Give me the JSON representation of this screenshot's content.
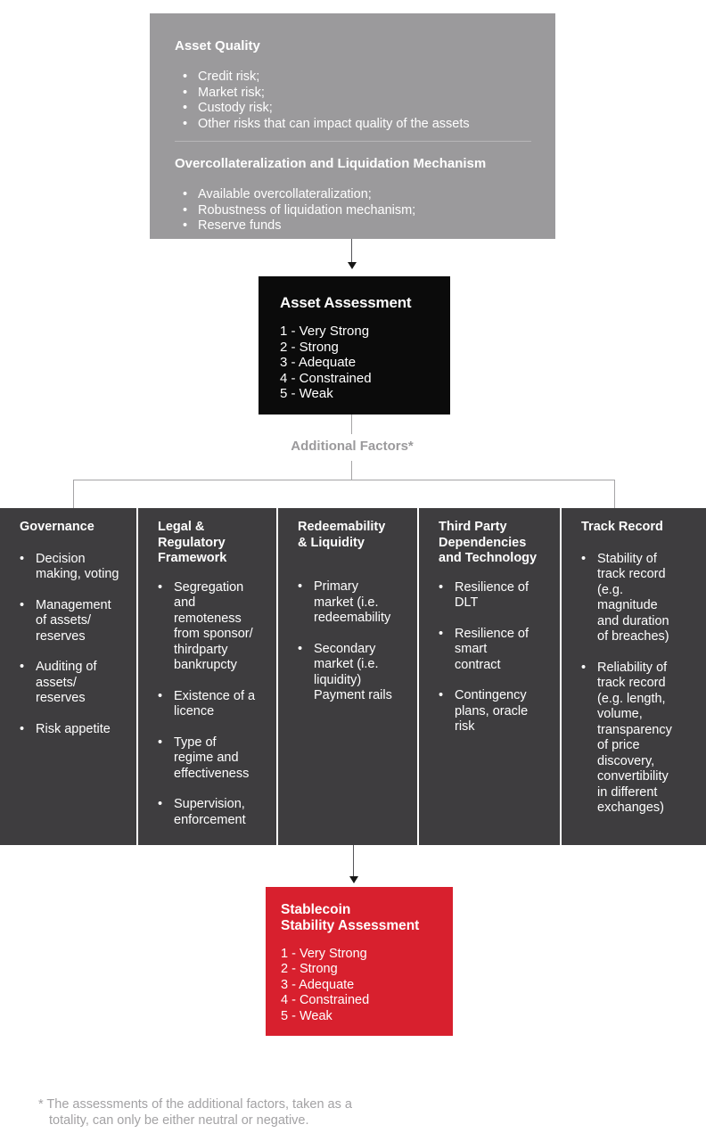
{
  "colors": {
    "page_bg": "#ffffff",
    "gray_box_bg": "#9b9a9c",
    "black_box_bg": "#0b0b0b",
    "factor_column_bg": "#3e3d3f",
    "red_box_bg": "#d8202e",
    "box_text": "#ffffff",
    "muted_text": "#9b9a9c",
    "footnote_text": "#a3a2a4",
    "connector_line": "#a5a4a6"
  },
  "icons": {
    "bullet": "•"
  },
  "asset_quality": {
    "title": "Asset Quality",
    "bullets": [
      "Credit risk;",
      "Market risk;",
      "Custody risk;",
      "Other risks that can impact quality of the assets"
    ],
    "subtitle": "Overcollateralization and Liquidation Mechanism",
    "sub_bullets": [
      "Available overcollateralization;",
      "Robustness of liquidation mechanism;",
      "Reserve funds"
    ]
  },
  "asset_assessment": {
    "title": "Asset Assessment",
    "scale": [
      "1 - Very Strong",
      "2 - Strong",
      "3 - Adequate",
      "4 - Constrained",
      "5 - Weak"
    ]
  },
  "additional_factors_label": "Additional Factors*",
  "factors": [
    {
      "title": "Governance",
      "bullets": [
        "Decision making, voting",
        "Management of assets/ reserves",
        "Auditing of assets/ reserves",
        "Risk appetite"
      ]
    },
    {
      "title": "Legal &\nRegulatory\nFramework",
      "bullets": [
        "Segregation and remoteness from sponsor/ thirdparty bankrupcty",
        "Existence of a licence",
        "Type of regime and effectiveness",
        "Supervision, enforcement"
      ]
    },
    {
      "title": "Redeemability\n& Liquidity",
      "bullets": [
        "Primary market (i.e. redeemability",
        "Secondary market (i.e. liquidity) Payment rails"
      ]
    },
    {
      "title": "Third Party\nDependencies\nand Technology",
      "bullets": [
        "Resilience of DLT",
        "Resilience of smart contract",
        "Contingency plans, oracle risk"
      ]
    },
    {
      "title": "Track Record",
      "bullets": [
        "Stability of track record (e.g. magnitude and duration of breaches)",
        "Reliability of track record (e.g. length, volume, transparency of price discovery, convertibility in different exchanges)"
      ]
    }
  ],
  "stablecoin_assessment": {
    "title": "Stablecoin\nStability Assessment",
    "scale": [
      "1 - Very Strong",
      "2 - Strong",
      "3 - Adequate",
      "4 - Constrained",
      "5 - Weak"
    ]
  },
  "footnote": "* The assessments of the additional factors, taken as a totality, can only be either neutral or negative."
}
